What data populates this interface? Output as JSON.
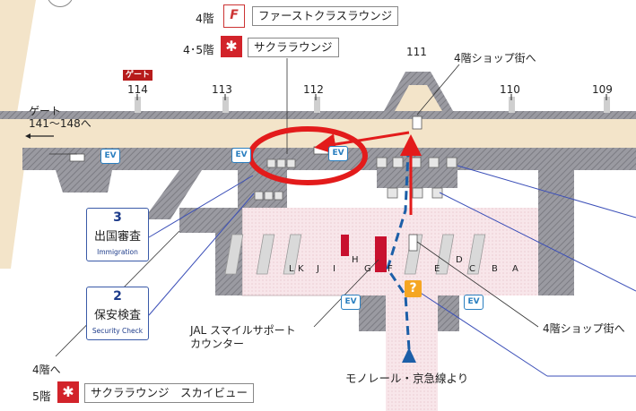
{
  "lounges": {
    "first_floor": "4階",
    "first_logo": "F",
    "first_name": "ファーストクラスラウンジ",
    "sakura_floor": "4･5階",
    "sakura_name": "サクララウンジ",
    "sky_floor": "5階",
    "sky_name": "サクララウンジ　スカイビュー",
    "sakura_logo": "✱"
  },
  "gates": {
    "badge": "ゲート",
    "g114": "114",
    "g113": "113",
    "g112": "112",
    "g111": "111",
    "g110": "110",
    "g109": "109",
    "far_label": "ゲート",
    "far_range": "141～148へ"
  },
  "labels": {
    "shop_top": "4階ショップ街へ",
    "shop_bottom": "4階ショップ街へ",
    "to_4f": "4階へ",
    "jal_support_1": "JAL スマイルサポート",
    "jal_support_2": "カウンター",
    "monorail": "モノレール・京急線より",
    "ev": "EV",
    "info": "?"
  },
  "signs": {
    "immigration": {
      "num": "3",
      "jp": "出国審査",
      "en": "Immigration"
    },
    "security": {
      "num": "2",
      "jp": "保安検査",
      "en": "Security Check"
    }
  },
  "counters": {
    "letters": [
      "L",
      "K",
      "J",
      "I",
      "H",
      "G",
      "F",
      "E",
      "D",
      "C",
      "B",
      "A"
    ]
  },
  "colors": {
    "wall": "#8e8e95",
    "floor": "#f3e4c9",
    "security_zone": "#f7e4e7",
    "highlight_red": "#e31b1b",
    "path_blue": "#1c5fa8",
    "line_blue": "#3b4fb8",
    "counter_red": "#c8102e"
  }
}
